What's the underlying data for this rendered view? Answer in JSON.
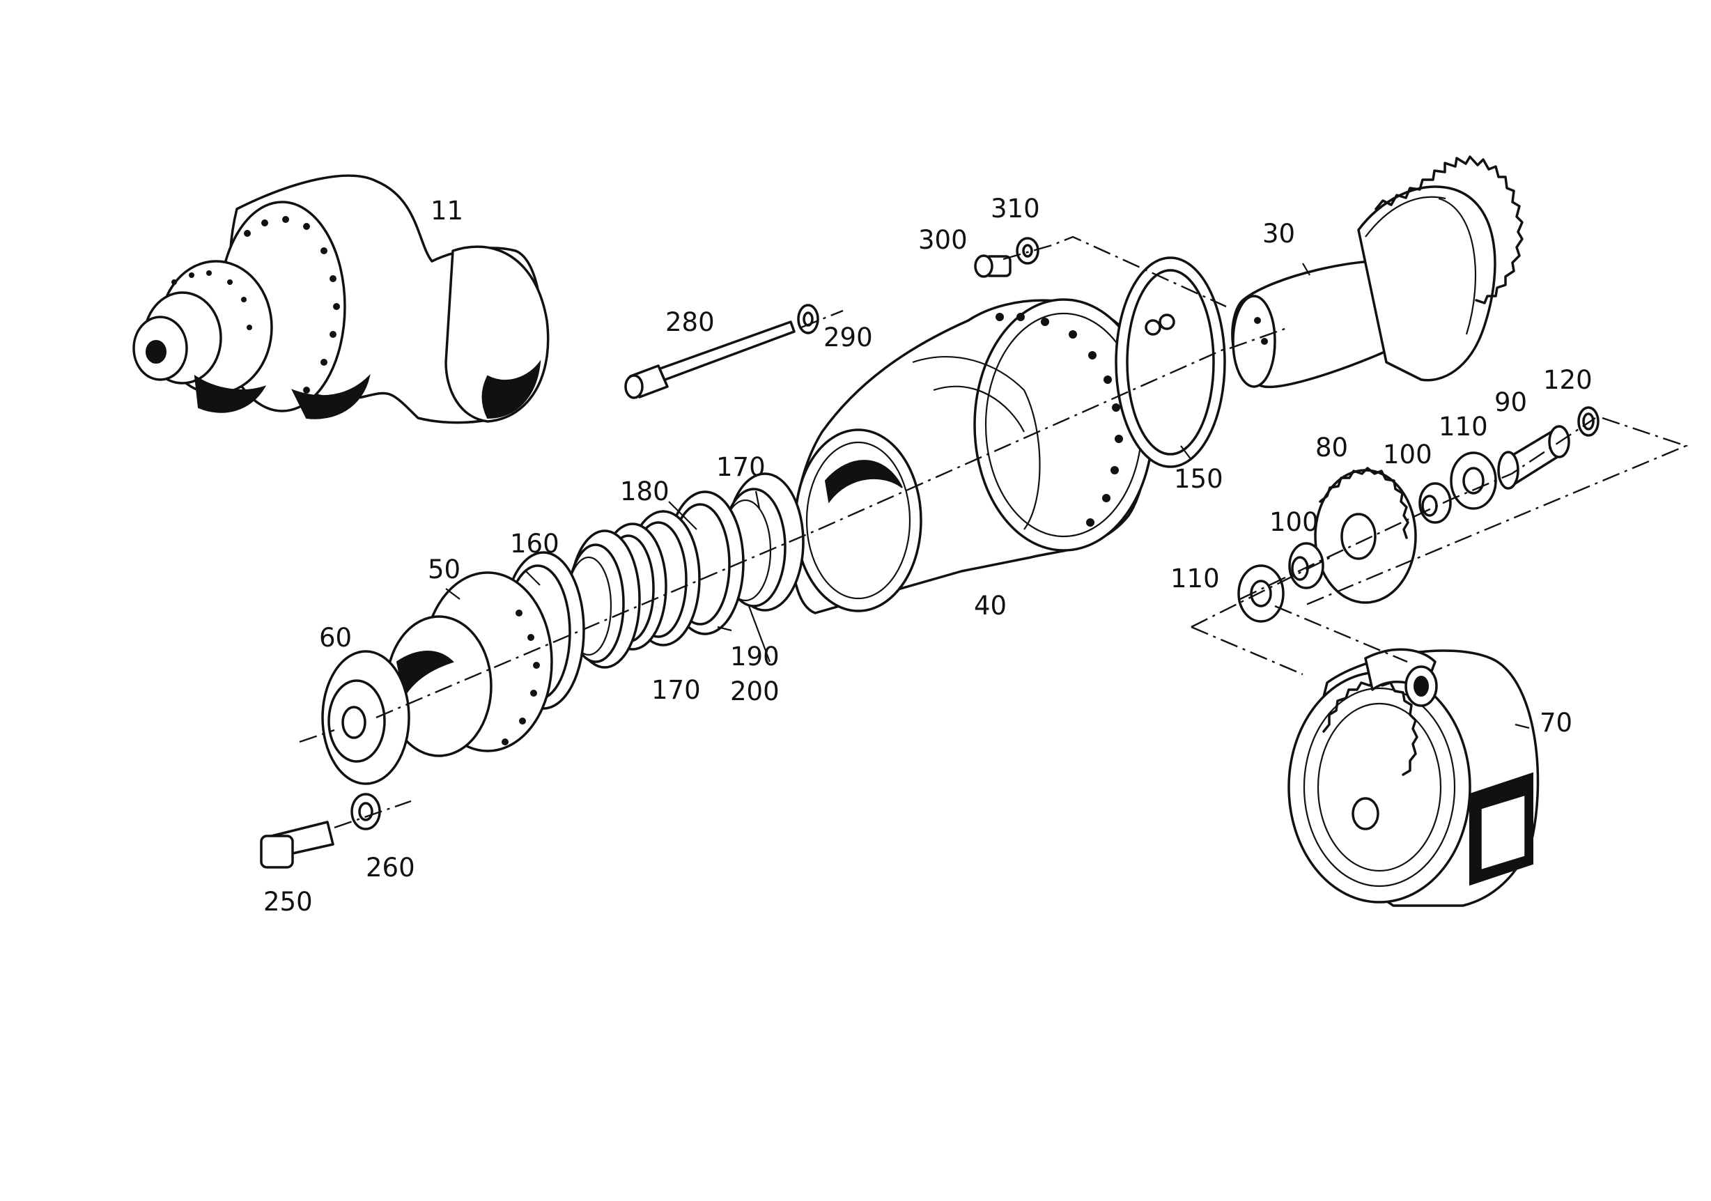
{
  "diagram": {
    "labels": {
      "l11": "11",
      "l30": "30",
      "l300": "300",
      "l310": "310",
      "l280": "280",
      "l290": "290",
      "l150": "150",
      "l170a": "170",
      "l180": "180",
      "l160": "160",
      "l50": "50",
      "l60": "60",
      "l40": "40",
      "l190": "190",
      "l200": "200",
      "l170b": "170",
      "l250": "250",
      "l260": "260",
      "l80": "80",
      "l90": "90",
      "l120": "120",
      "l110a": "110",
      "l100a": "100",
      "l100b": "100",
      "l110b": "110",
      "l70": "70"
    }
  }
}
